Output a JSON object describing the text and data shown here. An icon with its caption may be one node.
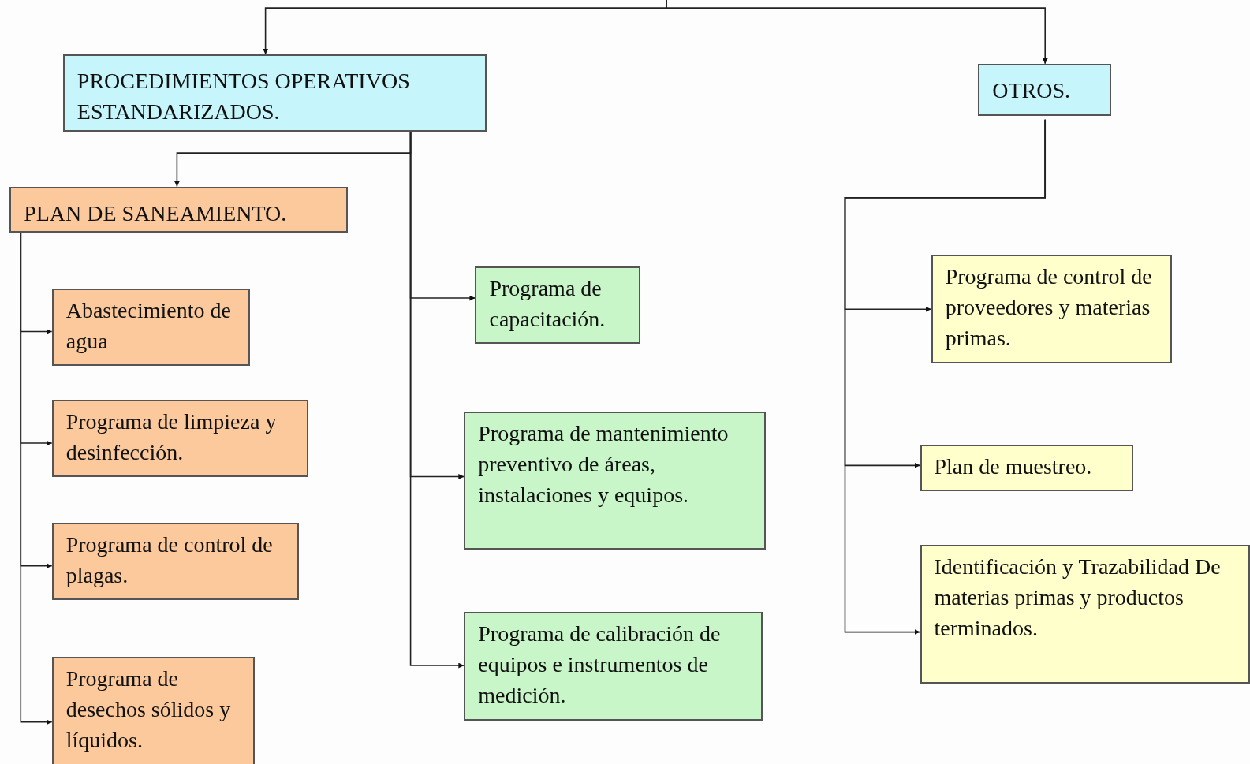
{
  "diagram": {
    "nodes": [
      {
        "text": [
          "PROCEDIMIENTOS OPERATIVOS ESTANDARIZADOS."
        ]
      },
      {
        "text": [
          "OTROS."
        ]
      },
      {
        "text": [
          "PLAN DE SANEAMIENTO."
        ]
      },
      {
        "text": [
          "Abastecimiento de agua"
        ]
      },
      {
        "text": [
          "Programa de limpieza y desinfección."
        ]
      },
      {
        "text": [
          "Programa de control de plagas."
        ]
      },
      {
        "text": [
          "Programa de desechos sólidos y líquidos."
        ]
      },
      {
        "text": [
          "Programa de capacitación."
        ]
      },
      {
        "text": [
          "Programa de mantenimiento preventivo de áreas, instalaciones y equipos."
        ]
      },
      {
        "text": [
          "Programa de calibración de equipos e instrumentos de medición."
        ]
      },
      {
        "text": [
          "Programa de control de proveedores y materias primas."
        ]
      },
      {
        "text": [
          "Plan de muestreo."
        ]
      },
      {
        "text": [
          "Identificación y Trazabilidad De materias primas y productos terminados."
        ]
      }
    ],
    "edges": [
      {
        "from": null,
        "to": 0,
        "arrow": "to"
      },
      {
        "from": null,
        "to": 1,
        "arrow": "to"
      },
      {
        "from": 0,
        "to": 2,
        "arrow": "to"
      },
      {
        "from": 0,
        "to": 7,
        "arrow": "to"
      },
      {
        "from": 0,
        "to": 8,
        "arrow": "to"
      },
      {
        "from": 0,
        "to": 9,
        "arrow": "to"
      },
      {
        "from": 2,
        "to": 3,
        "arrow": "to"
      },
      {
        "from": 2,
        "to": 4,
        "arrow": "to"
      },
      {
        "from": 2,
        "to": 5,
        "arrow": "to"
      },
      {
        "from": 2,
        "to": 6,
        "arrow": "to"
      },
      {
        "from": 1,
        "to": 10,
        "arrow": "to"
      },
      {
        "from": 1,
        "to": 11,
        "arrow": "to"
      },
      {
        "from": 1,
        "to": 12,
        "arrow": "to"
      }
    ]
  }
}
